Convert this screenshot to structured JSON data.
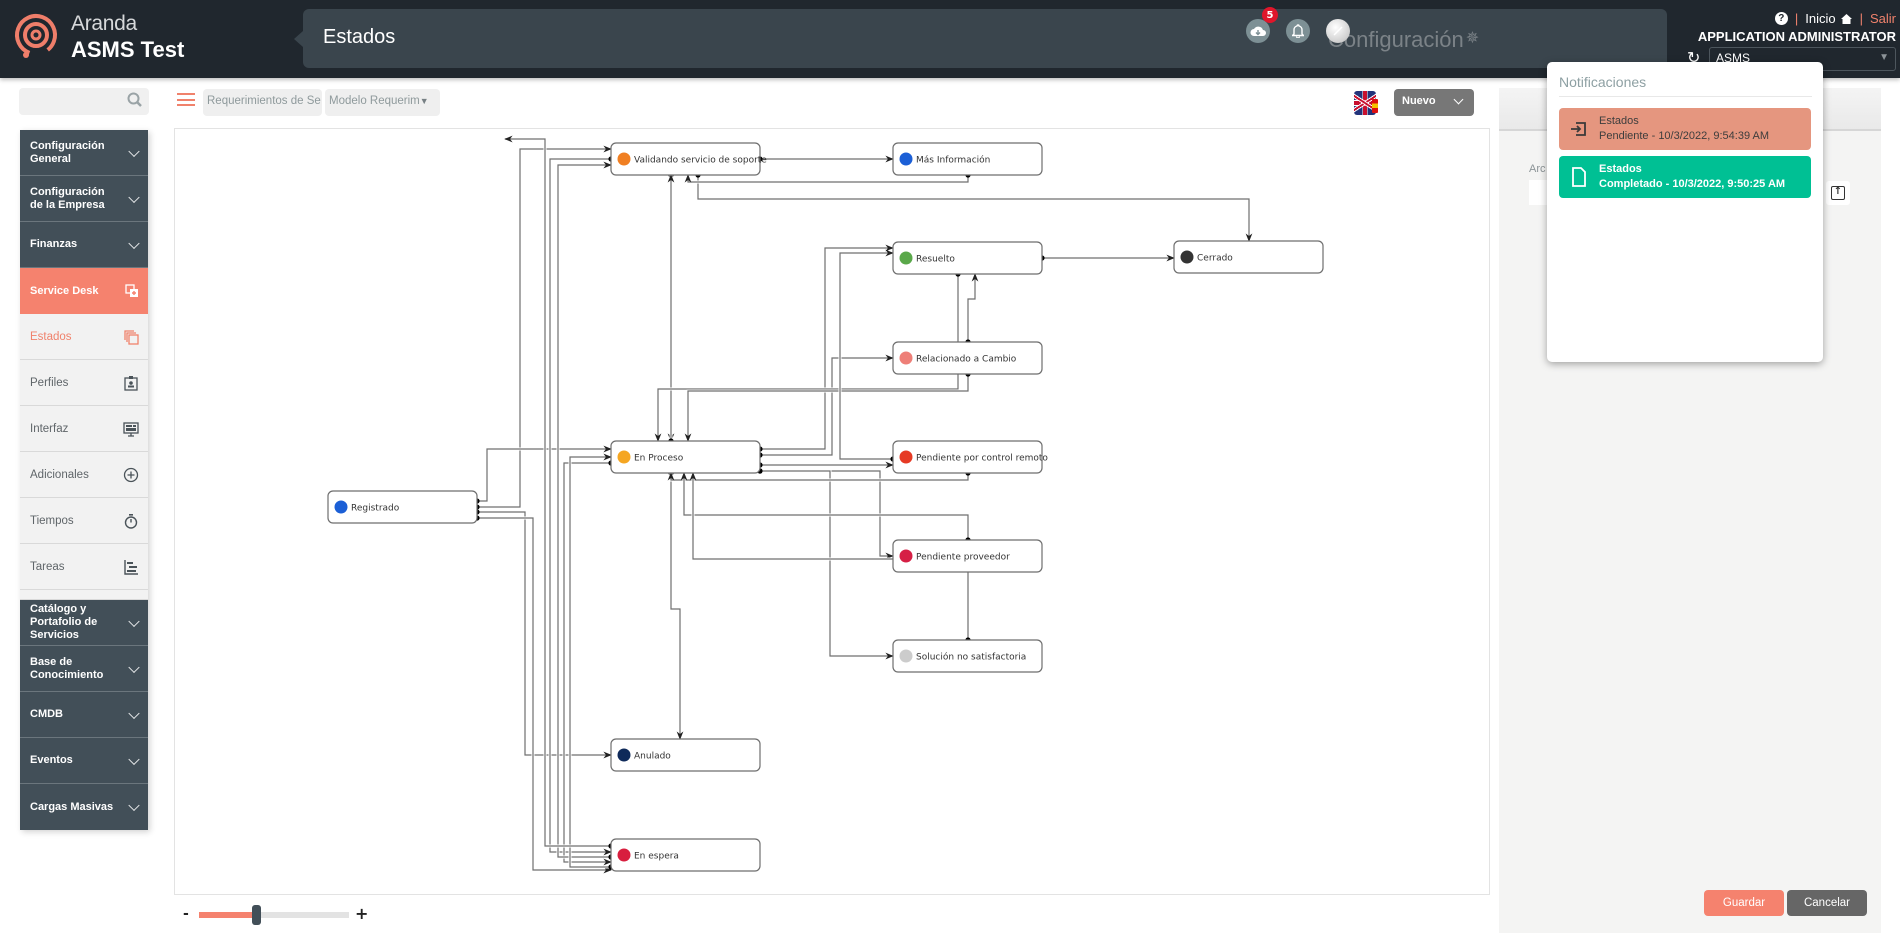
{
  "brand": {
    "line1": "Aranda",
    "line2": "ASMS Test"
  },
  "header": {
    "page_title": "Estados",
    "config_label": "Configuración",
    "download_badge_count": "5",
    "links": {
      "inicio": "Inicio",
      "salir": "Salir",
      "help": "?"
    },
    "user_name": "APPLICATION ADMINISTRATOR",
    "tenant_selected": "ASMS"
  },
  "sidebar": {
    "search_placeholder": "",
    "groups_top": [
      {
        "label": "Configuración General"
      },
      {
        "label": "Configuración de la Empresa"
      },
      {
        "label": "Finanzas"
      }
    ],
    "active_group": {
      "label": "Service Desk",
      "icon": "copy-add-icon"
    },
    "sub_items": [
      {
        "label": "Estados",
        "icon": "copy-icon",
        "active": true
      },
      {
        "label": "Perfiles",
        "icon": "badge-icon"
      },
      {
        "label": "Interfaz",
        "icon": "monitor-icon"
      },
      {
        "label": "Adicionales",
        "icon": "plus-circle-icon"
      },
      {
        "label": "Tiempos",
        "icon": "stopwatch-icon"
      },
      {
        "label": "Tareas",
        "icon": "gantt-icon"
      }
    ],
    "groups_bottom": [
      {
        "label": "Catálogo y Portafolio de Servicios"
      },
      {
        "label": "Base de Conocimiento"
      },
      {
        "label": "CMDB"
      },
      {
        "label": "Eventos"
      },
      {
        "label": "Cargas Masivas"
      }
    ]
  },
  "toolbar": {
    "project_filter": "Requerimientos de Se",
    "model_filter": "Modelo Requerim",
    "new_button": "Nuevo",
    "language": "en/es"
  },
  "diagram": {
    "states": [
      {
        "id": "validando",
        "label": "Validando servicio de soporte",
        "color": "#f07f22"
      },
      {
        "id": "masinfo",
        "label": "Más Información",
        "color": "#1b5fd6"
      },
      {
        "id": "resuelto",
        "label": "Resuelto",
        "color": "#5aa84a"
      },
      {
        "id": "cerrado",
        "label": "Cerrado",
        "color": "#333333"
      },
      {
        "id": "relacionado",
        "label": "Relacionado a Cambio",
        "color": "#ee7f78"
      },
      {
        "id": "enproceso",
        "label": "En Proceso",
        "color": "#f5a622"
      },
      {
        "id": "pcontrol",
        "label": "Pendiente por control remoto",
        "color": "#e63a24"
      },
      {
        "id": "registrado",
        "label": "Registrado",
        "color": "#1b5fd6"
      },
      {
        "id": "pproveedor",
        "label": "Pendiente proveedor",
        "color": "#d61f45"
      },
      {
        "id": "solucion",
        "label": "Solución no satisfactoria",
        "color": "#cccccc"
      },
      {
        "id": "anulado",
        "label": "Anulado",
        "color": "#0f2a5a"
      },
      {
        "id": "enespera",
        "label": "En espera",
        "color": "#d81e3e"
      }
    ],
    "transitions": [
      [
        "registrado",
        "validando"
      ],
      [
        "registrado",
        "enproceso"
      ],
      [
        "registrado",
        "anulado"
      ],
      [
        "registrado",
        "enespera"
      ],
      [
        "validando",
        "masinfo"
      ],
      [
        "validando",
        "enproceso"
      ],
      [
        "validando",
        "cerrado"
      ],
      [
        "validando",
        "enespera"
      ],
      [
        "masinfo",
        "validando"
      ],
      [
        "enproceso",
        "resuelto"
      ],
      [
        "enproceso",
        "relacionado"
      ],
      [
        "enproceso",
        "pcontrol"
      ],
      [
        "enproceso",
        "pproveedor"
      ],
      [
        "enproceso",
        "solucion"
      ],
      [
        "enproceso",
        "anulado"
      ],
      [
        "enproceso",
        "enespera"
      ],
      [
        "enproceso",
        "validando"
      ],
      [
        "resuelto",
        "cerrado"
      ],
      [
        "resuelto",
        "enproceso"
      ],
      [
        "relacionado",
        "resuelto"
      ],
      [
        "relacionado",
        "enproceso"
      ],
      [
        "pcontrol",
        "resuelto"
      ],
      [
        "pcontrol",
        "enproceso"
      ],
      [
        "pproveedor",
        "enproceso"
      ],
      [
        "solucion",
        "enproceso"
      ],
      [
        "enespera",
        "validando"
      ],
      [
        "enespera",
        "enproceso"
      ],
      [
        "enespera",
        "resuelto"
      ]
    ],
    "zoom_level_percent": 38,
    "zoom_minus": "-",
    "zoom_plus": "+"
  },
  "right_panel": {
    "field_label": "Arc",
    "save_button": "Guardar",
    "cancel_button": "Cancelar"
  },
  "notifications": {
    "title": "Notificaciones",
    "items": [
      {
        "title": "Estados",
        "detail": "Pendiente - 10/3/2022, 9:54:39 AM",
        "status": "pending",
        "color": "#e5967f"
      },
      {
        "title": "Estados",
        "detail": "Completado - 10/3/2022, 9:50:25 AM",
        "status": "completed",
        "color": "#00c094"
      }
    ]
  }
}
